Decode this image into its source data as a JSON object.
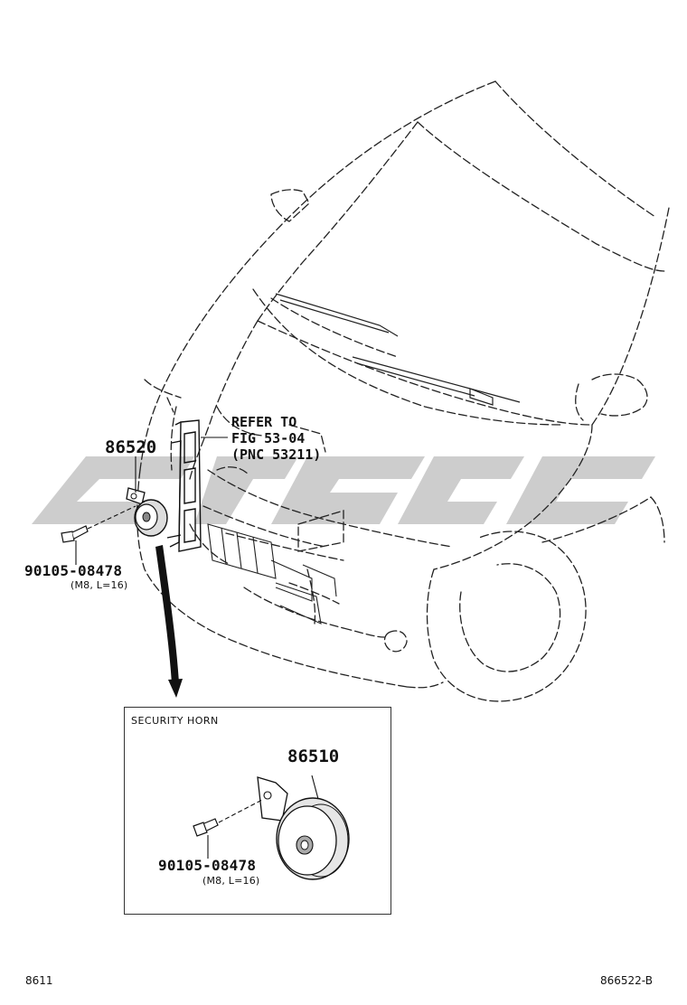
{
  "labels": {
    "horn_part": "86520",
    "horn_bolt": "90105-08478",
    "horn_bolt_spec": "(M8, L=16)",
    "reference_line1": "REFER TO",
    "reference_line2": "FIG 53-04",
    "reference_line3": "(PNC 53211)"
  },
  "detail": {
    "title": "SECURITY HORN",
    "part": "86510",
    "bolt": "90105-08478",
    "bolt_spec": "(M8, L=16)"
  },
  "footer": {
    "left_code": "8611",
    "right_code": "866522-B"
  },
  "watermark": {
    "color": "#c8c8c8"
  }
}
